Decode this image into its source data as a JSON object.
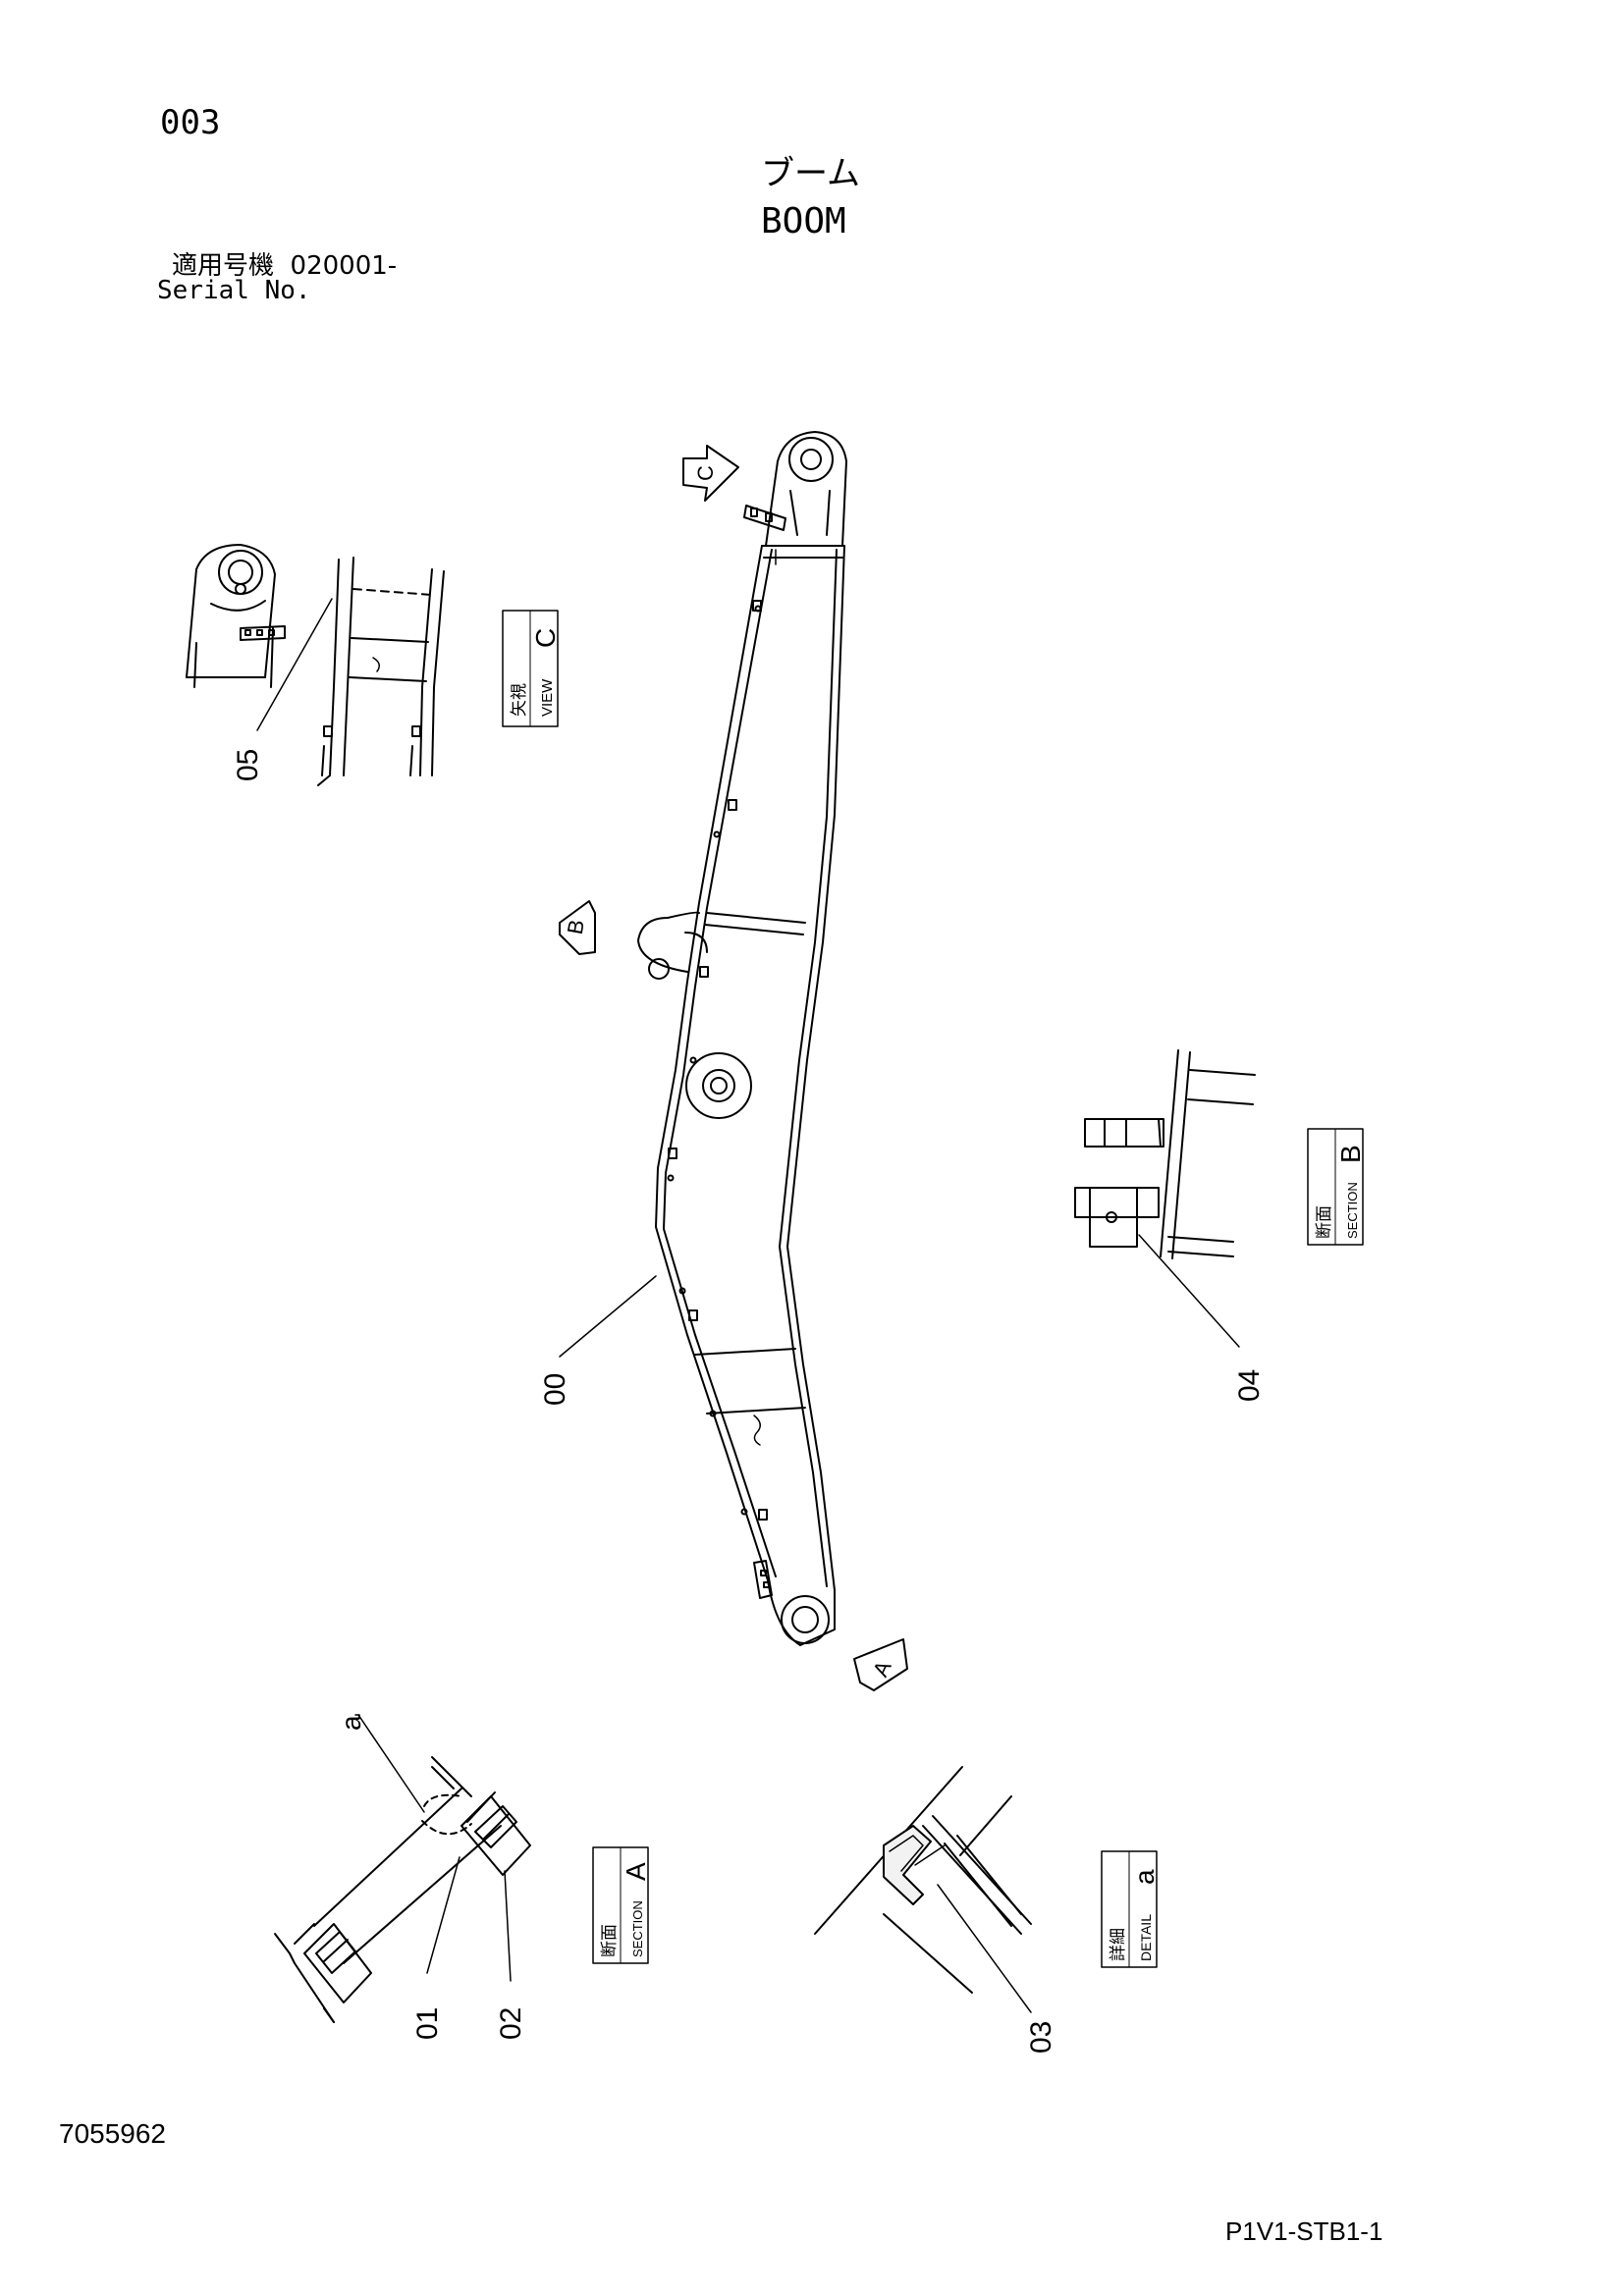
{
  "header": {
    "page_number": "003",
    "title_jp": "ブーム",
    "title_en": "BOOM",
    "serial_label_jp": "適用号機",
    "serial_value": "020001-",
    "serial_label_en": "Serial No."
  },
  "footer": {
    "document_number": "7055962",
    "reference_code": "P1V1-STB1-1"
  },
  "part_callouts": [
    "00",
    "01",
    "02",
    "03",
    "04",
    "05"
  ],
  "view_markers": {
    "view_c": "C",
    "section_b": "B",
    "section_a": "A",
    "detail_a": "a"
  },
  "label_boxes": {
    "view_c": {
      "jp": "矢視",
      "en": "VIEW",
      "letter": "C"
    },
    "section_b": {
      "jp": "断面",
      "en": "SECTION",
      "letter": "B"
    },
    "section_a": {
      "jp": "断面",
      "en": "SECTION",
      "letter": "A"
    },
    "detail_a": {
      "jp": "詳細",
      "en": "DETAIL",
      "letter": "a"
    }
  }
}
